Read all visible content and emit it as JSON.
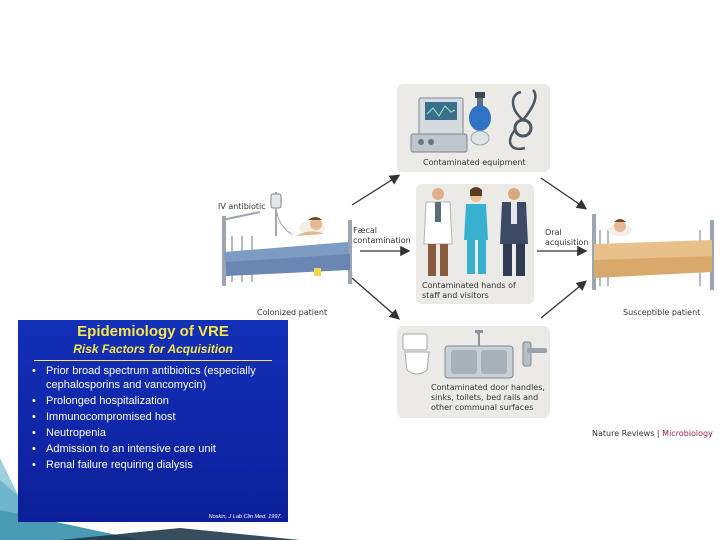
{
  "diagram": {
    "iv_label": "IV antibiotic",
    "colonized_label": "Colonized patient",
    "susceptible_label": "Susceptible patient",
    "faecal_label_1": "Fæcal",
    "faecal_label_2": "contamination",
    "oral_label_1": "Oral",
    "oral_label_2": "acquisition",
    "equipment_label": "Contaminated equipment",
    "hands_label_1": "Contaminated hands of",
    "hands_label_2": "staff and visitors",
    "surfaces_label_1": "Contaminated door handles,",
    "surfaces_label_2": "sinks, toilets, bed rails and",
    "surfaces_label_3": "other communal surfaces",
    "credit_journal": "Nature Reviews",
    "credit_sep": " | ",
    "credit_section": "Microbiology"
  },
  "slide": {
    "title": "Epidemiology of VRE",
    "subtitle": "Risk Factors for Acquisition",
    "bullets": [
      "Prior broad spectrum antibiotics (especially cephalosporins and vancomycin)",
      "Prolonged hospitalization",
      "Immunocompromised host",
      "Neutropenia",
      "Admission to an intensive care unit",
      "Renal failure requiring dialysis"
    ],
    "citation": "Noskin, J Lab Clin Med. 1997."
  },
  "colors": {
    "slide_bg": "#1330b8",
    "slide_title": "#f6e64a",
    "corner_teal": "#6fb6cc",
    "credit_accent": "#a0204a"
  }
}
